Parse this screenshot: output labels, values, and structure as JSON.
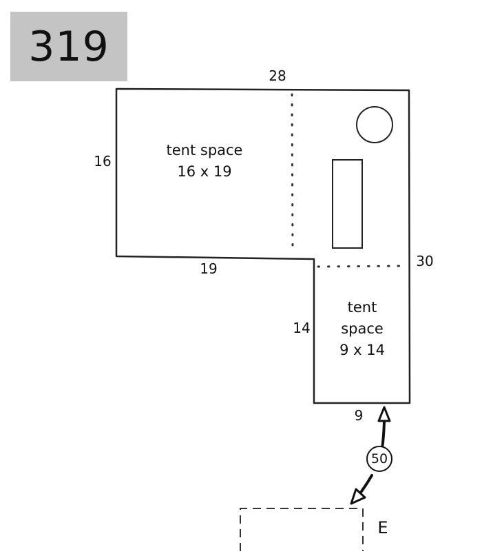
{
  "site_number": "319",
  "dimensions": {
    "top": "28",
    "left": "16",
    "right": "30",
    "middle": "19",
    "inner_left": "14",
    "bottom": "9"
  },
  "tent_spaces": [
    {
      "line1": "tent space",
      "line2": "16 x 19"
    },
    {
      "line1": "tent",
      "line2": "space",
      "line3": "9 x 14"
    }
  ],
  "distance_label": "50",
  "entrance_label": "E"
}
